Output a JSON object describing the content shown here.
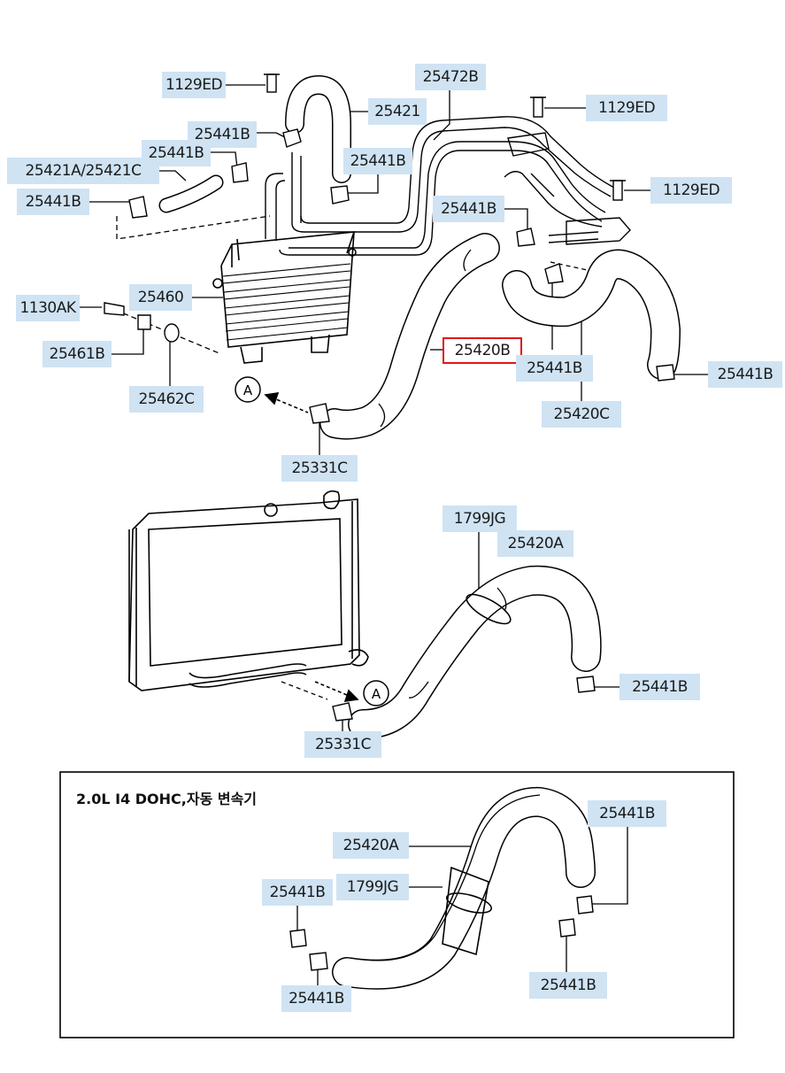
{
  "diagram": {
    "labels": [
      {
        "id": "1129ED-a",
        "text": "1129ED"
      },
      {
        "id": "25472B",
        "text": "25472B"
      },
      {
        "id": "25421",
        "text": "25421"
      },
      {
        "id": "1129ED-b",
        "text": "1129ED"
      },
      {
        "id": "25441B-a",
        "text": "25441B"
      },
      {
        "id": "25441B-b",
        "text": "25441B"
      },
      {
        "id": "25441B-c",
        "text": "25441B"
      },
      {
        "id": "25421A",
        "text": "25421A/25421C"
      },
      {
        "id": "1129ED-c",
        "text": "1129ED"
      },
      {
        "id": "25441B-d",
        "text": "25441B"
      },
      {
        "id": "25441B-e",
        "text": "25441B"
      },
      {
        "id": "25460",
        "text": "25460"
      },
      {
        "id": "1130AK",
        "text": "1130AK"
      },
      {
        "id": "25420B",
        "text": "25420B",
        "selected": true
      },
      {
        "id": "25461B",
        "text": "25461B"
      },
      {
        "id": "25441B-f",
        "text": "25441B"
      },
      {
        "id": "25441B-g",
        "text": "25441B"
      },
      {
        "id": "25462C",
        "text": "25462C"
      },
      {
        "id": "25420C",
        "text": "25420C"
      },
      {
        "id": "25331C-a",
        "text": "25331C"
      },
      {
        "id": "1799JG-a",
        "text": "1799JG"
      },
      {
        "id": "25420A-a",
        "text": "25420A"
      },
      {
        "id": "25441B-h",
        "text": "25441B"
      },
      {
        "id": "25331C-b",
        "text": "25331C"
      },
      {
        "id": "25441B-i",
        "text": "25441B"
      },
      {
        "id": "25420A-b",
        "text": "25420A"
      },
      {
        "id": "1799JG-b",
        "text": "1799JG"
      },
      {
        "id": "25441B-j",
        "text": "25441B"
      },
      {
        "id": "25441B-k",
        "text": "25441B"
      },
      {
        "id": "25441B-l",
        "text": "25441B"
      }
    ],
    "markers": [
      "A",
      "A"
    ],
    "inset_caption": "2.0L I4 DOHC,자동 변속기",
    "colors": {
      "label_bg": "#cfe3f3",
      "highlight": "#e0161b",
      "line": "#000000"
    }
  }
}
